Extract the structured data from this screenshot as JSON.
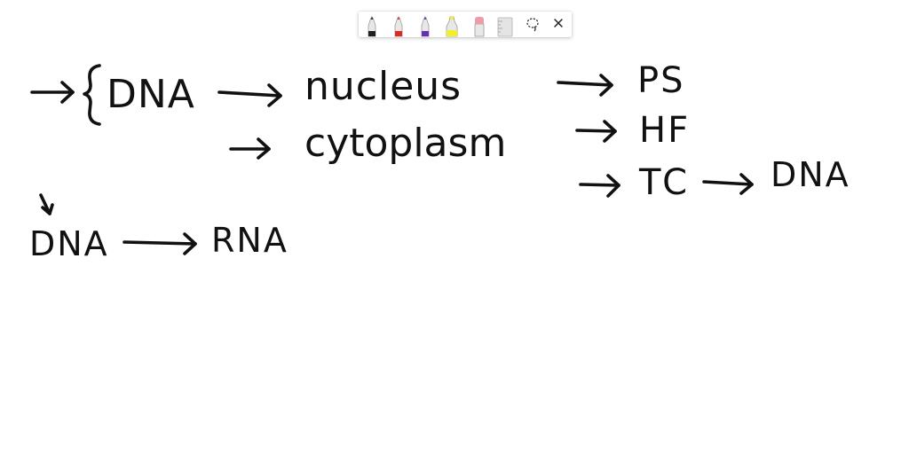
{
  "toolbar": {
    "tools": [
      {
        "name": "black-pen-tool",
        "color": "#1f1f1f"
      },
      {
        "name": "red-pen-tool",
        "color": "#e02828"
      },
      {
        "name": "purple-pen-tool",
        "color": "#6a2fb8"
      },
      {
        "name": "yellow-highlighter-tool",
        "color": "#f2ee2a"
      },
      {
        "name": "eraser-tool",
        "color": "#f19aa8"
      },
      {
        "name": "ruler-tool",
        "color": "#cfcfcf"
      },
      {
        "name": "lasso-select-tool",
        "icon": "lasso-icon"
      },
      {
        "name": "close-tool",
        "icon": "close-icon"
      }
    ]
  },
  "board": {
    "ink_color": "#111111",
    "dna_top": "DNA",
    "nucleus": "nucleus",
    "cytoplasm": "cytoplasm",
    "ps": "PS",
    "hf": "HF",
    "tc": "TC",
    "dna_right": "DNA",
    "dna_bottom": "DNA",
    "rna": "RNA"
  }
}
